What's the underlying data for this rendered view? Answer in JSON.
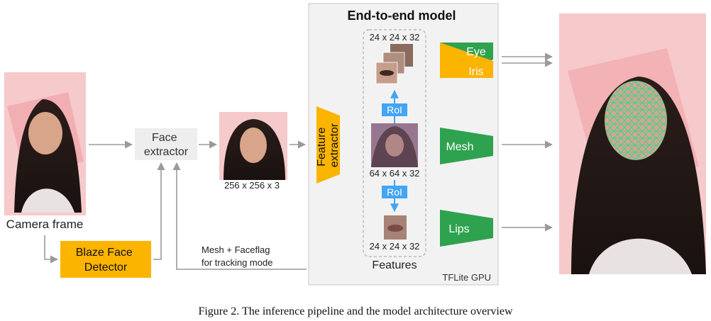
{
  "diagram": {
    "camera_frame_label": "Camera frame",
    "face_extractor_label": [
      "Face",
      "extractor"
    ],
    "blaze_detector_label": [
      "Blaze Face",
      "Detector"
    ],
    "crop_size_label": "256 x 256 x 3",
    "feedback_label": [
      "Mesh + Faceflag",
      "for tracking mode"
    ],
    "model_title": "End-to-end model",
    "feature_extractor_label": [
      "Feature",
      "extractor"
    ],
    "eye_crop_size": "24 x 24 x 32",
    "features_size": "64 x 64 x 32",
    "lips_crop_size": "24 x 24 x 32",
    "roi_label": "RoI",
    "features_label": "Features",
    "eye_label": "Eye",
    "iris_label": "Iris",
    "mesh_label": "Mesh",
    "lips_label": "Lips",
    "tflite_label": "TFLite GPU"
  },
  "caption": "Figure 2. The inference pipeline and the model architecture overview",
  "colors": {
    "orange": "#FBB400",
    "green": "#2FA24F",
    "blue": "#42A5F5",
    "gray_arrow": "#9a9a9a",
    "pink": "#F4B9BC",
    "panel": "#F2F2F2"
  }
}
